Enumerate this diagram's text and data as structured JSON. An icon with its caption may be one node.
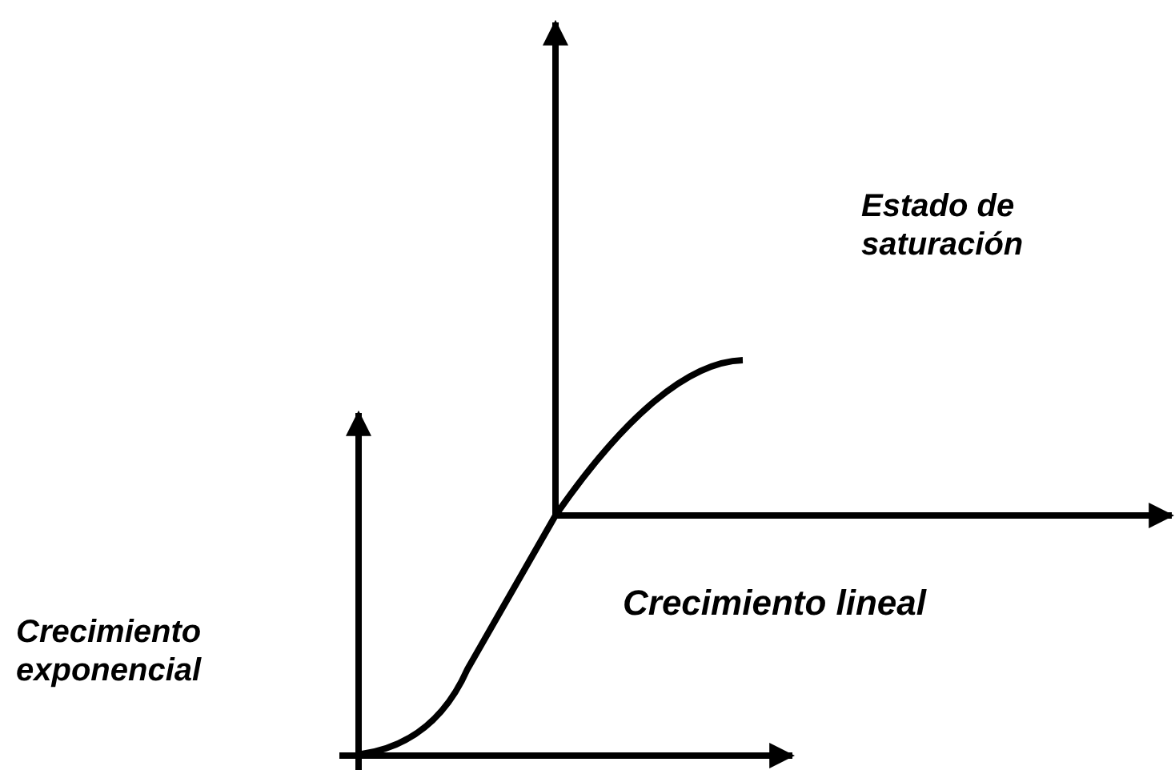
{
  "diagram": {
    "labels": [
      "Estado de saturación",
      "Crecimiento lineal",
      "Crecimiento exponencial"
    ]
  }
}
